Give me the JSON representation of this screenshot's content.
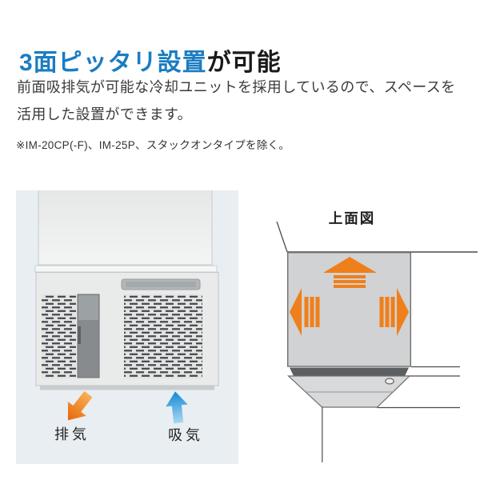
{
  "header": {
    "title": {
      "highlight": "3面ピッタリ設置",
      "rest": "が可能",
      "highlight_color": "#1a7cc1",
      "text_color": "#1a1a1a"
    },
    "body_lines": [
      "前面吸排気が可能な冷却ユニットを採用しているので、スペースを",
      "活用した設置ができます。"
    ],
    "note": "※IM-20CP(-F)、IM-25P、スタックオンタイプを除く。"
  },
  "left_figure": {
    "exhaust_label": "排気",
    "intake_label": "吸気",
    "exhaust_arrow_color": "#ed6c05",
    "intake_arrow_color": "#2093da",
    "panel_background": "#e9eef2"
  },
  "top_view": {
    "title": "上面図",
    "flush_arrow_color": "#ef7f1a",
    "unit_fill": "#d2d3d4"
  }
}
